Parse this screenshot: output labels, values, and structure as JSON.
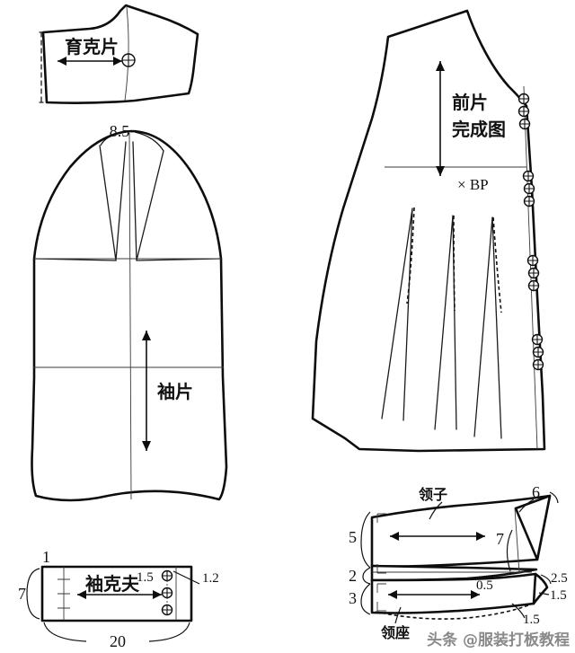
{
  "document": {
    "type": "sewing-pattern-draft",
    "background_color": "#ffffff",
    "ink_color": "#111111",
    "watermark": "头条 @服装打板教程"
  },
  "pieces": {
    "yoke": {
      "label": "育克片",
      "grainline": "horizontal-double-arrow",
      "notch_symbol": "circle-cross"
    },
    "sleeve": {
      "label": "袖片",
      "cap_measure": "8.5",
      "grainline": "vertical-double-arrow"
    },
    "cuff": {
      "label": "袖克夫",
      "grainline": "horizontal-double-arrow",
      "dim_top_left": "1",
      "dim_left": "7",
      "dim_bottom": "20",
      "dim_button_spacing": "1.5",
      "dim_button_edge": "1.2",
      "button_count": 3
    },
    "front": {
      "label_line1": "前片",
      "label_line2": "完成图",
      "bust_point": "× BP",
      "grainline": "vertical-arrow",
      "pleat_count": 3,
      "button_groups": 4,
      "buttons_per_group": 3
    },
    "collar": {
      "label": "领子",
      "stand_label": "领座",
      "dim_left_top": "5",
      "dim_left_mid": "2",
      "dim_left_bottom": "3",
      "dim_right_top": "6",
      "dim_right_drop": "7",
      "dim_point_a": "0.5",
      "dim_point_b": "2.5",
      "dim_point_c": "1.5",
      "dim_stand_edge": "1.5",
      "grainline_upper": "horizontal-double-arrow",
      "grainline_lower": "horizontal-double-arrow"
    }
  }
}
